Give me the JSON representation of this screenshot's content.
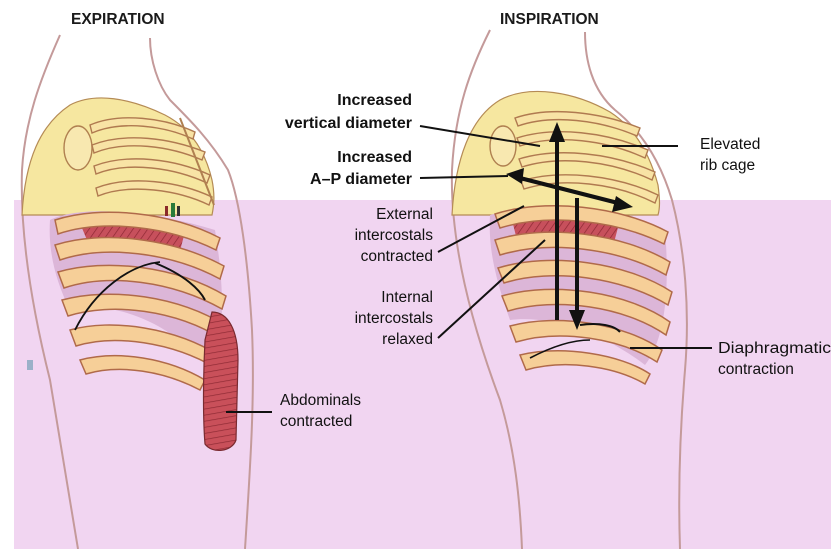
{
  "colors": {
    "background": "#ffffff",
    "lower_background": "#f1d5f1",
    "upper_thorax": "#f6e7a0",
    "rib": "#f6cf98",
    "muscle": "#b9404a",
    "outline": "#c49a9a"
  },
  "headers": {
    "expiration": "EXPIRATION",
    "inspiration": "INSPIRATION"
  },
  "labels": {
    "increased_vertical": [
      "Increased",
      "vertical diameter"
    ],
    "increased_ap": [
      "Increased",
      "A–P diameter"
    ],
    "elevated_rib_cage": [
      "Elevated",
      "rib cage"
    ],
    "external_intercostals": [
      "External",
      "intercostals",
      "contracted"
    ],
    "internal_intercostals": [
      "Internal",
      "intercostals",
      "relaxed"
    ],
    "diaphragmatic": [
      "Diaphragmatic",
      "contraction"
    ],
    "abdominals": [
      "Abdominals",
      "contracted"
    ]
  }
}
